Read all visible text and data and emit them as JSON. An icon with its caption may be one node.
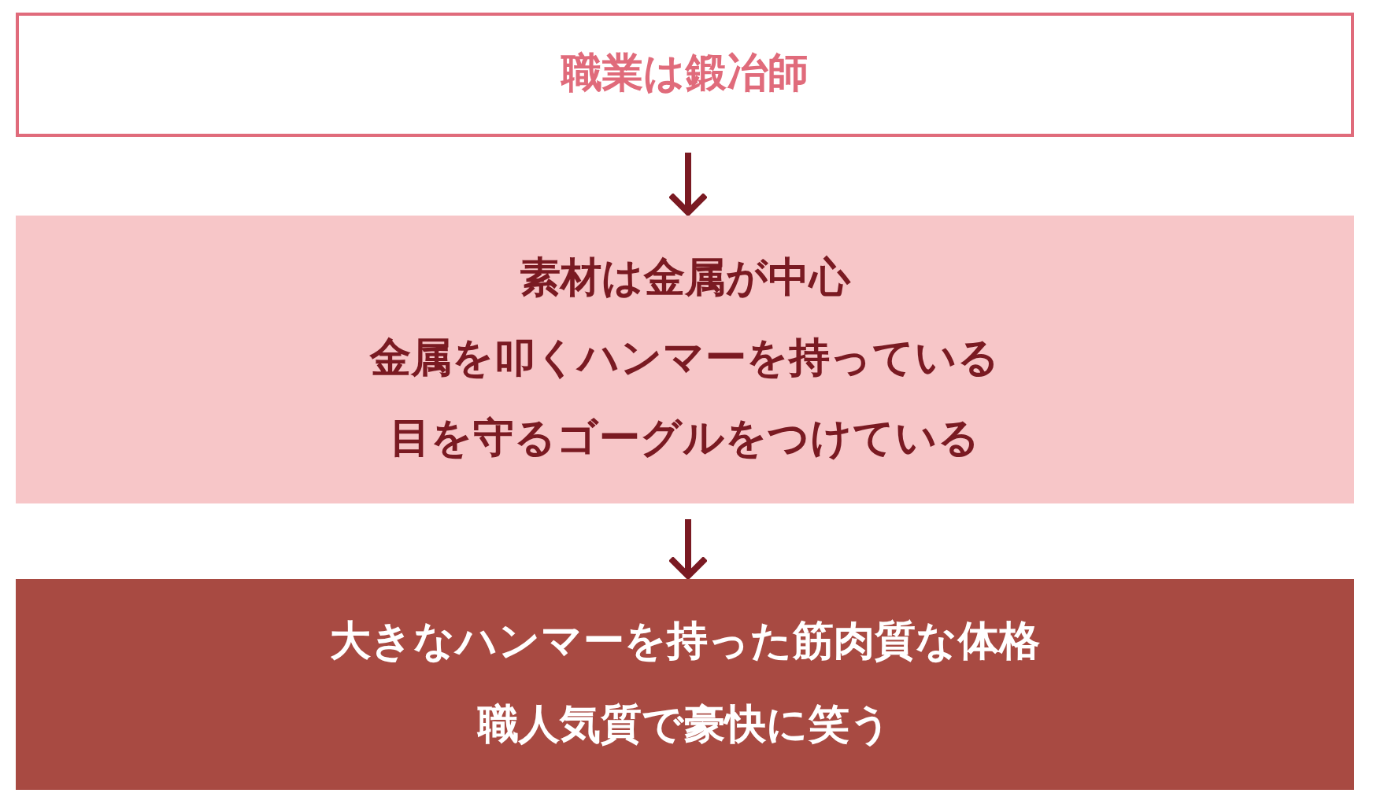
{
  "diagram": {
    "nodes": [
      {
        "text": [
          "職業は鍛冶師"
        ]
      },
      {
        "text": [
          "素材は金属が中心",
          "金属を叩くハンマーを持っている",
          "目を守るゴーグルをつけている"
        ]
      },
      {
        "text": [
          "大きなハンマーを持った筋肉質な体格",
          "職人気質で豪快に笑う"
        ]
      }
    ],
    "edges": [
      {
        "from": 0,
        "to": 1,
        "arrow": "to"
      },
      {
        "from": 1,
        "to": 2,
        "arrow": "to"
      }
    ]
  }
}
